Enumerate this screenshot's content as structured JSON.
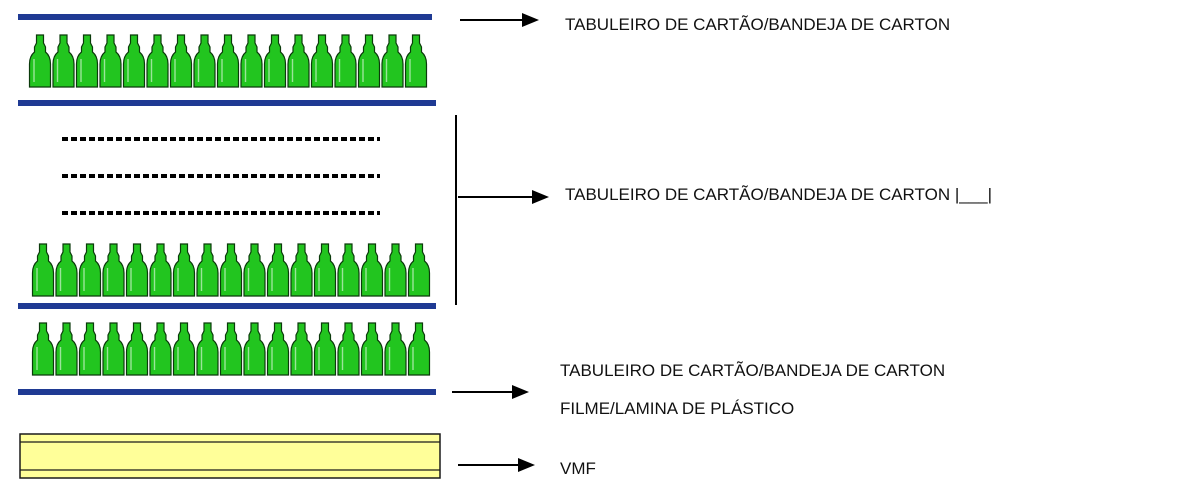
{
  "colors": {
    "tray": "#1f3a93",
    "bottle": "#22c51f",
    "bottle_outline": "#0b3a0b",
    "pallet_fill": "#ffff99",
    "pallet_stroke": "#1a1a1a",
    "line": "#000000"
  },
  "labels": {
    "top_tray": "TABULEIRO DE CARTÃO/BANDEJA DE CARTON",
    "middle_tray": "TABULEIRO DE CARTÃO/BANDEJA DE CARTON  |___|",
    "bottom_tray": "TABULEIRO DE CARTÃO/BANDEJA DE CARTON",
    "film": "FILME/LAMINA DE PLÁSTICO",
    "pallet": "VMF"
  }
}
